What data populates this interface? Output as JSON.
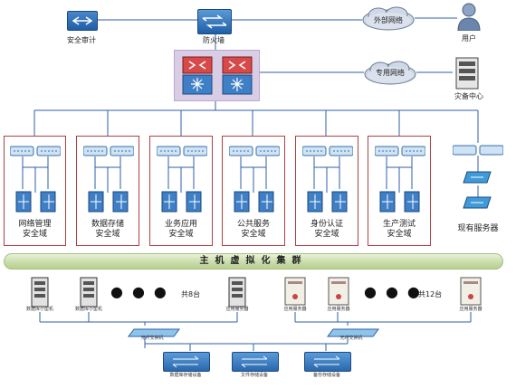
{
  "top": {
    "audit_label": "安全审计",
    "firewall_label": "防火墙",
    "internet_label": "外部网络",
    "user_label": "用户",
    "private_net_label": "专用网络",
    "dr_center_label": "灾备中心"
  },
  "domains": [
    {
      "line1": "网络管理",
      "line2": "安全域"
    },
    {
      "line1": "数据存储",
      "line2": "安全域"
    },
    {
      "line1": "业务应用",
      "line2": "安全域"
    },
    {
      "line1": "公共服务",
      "line2": "安全域"
    },
    {
      "line1": "身份认证",
      "line2": "安全域"
    },
    {
      "line1": "生产测试",
      "line2": "安全域"
    }
  ],
  "existing_servers_label": "现有服务器",
  "cluster_label": "主机虚拟化集群",
  "left_group": {
    "count": "共8台",
    "labels": [
      "数据库小型机",
      "数据库小型机",
      "应用服务器"
    ]
  },
  "right_group": {
    "count": "共12台",
    "labels": [
      "应用服务器",
      "应用服务器",
      "应用服务器"
    ]
  },
  "fc_switches": [
    "光纤交换机",
    "光纤交换机"
  ],
  "storage": [
    "数据库存储设备",
    "文件存储设备",
    "备份存储设备"
  ],
  "colors": {
    "line_blue": "#2f5fa8",
    "domain_border": "#b04040",
    "core_bg": "#d9cde6",
    "cluster_green": "#c9dcaa"
  }
}
